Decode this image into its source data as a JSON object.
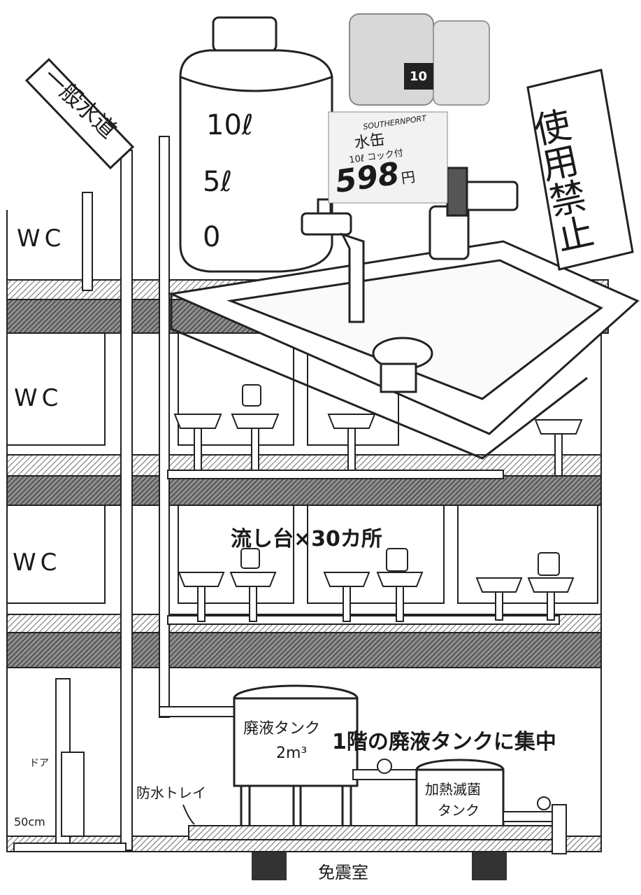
{
  "colors": {
    "ink": "#1a1a1a",
    "paper": "#ffffff",
    "floor_hatch": "#5a5a5a",
    "price_bg": "#f2f2f2",
    "bottle_label": "#222222"
  },
  "icons": [
    "water-tank-icon",
    "faucet-icon",
    "sink-icon",
    "pipe-icon",
    "tank-icon",
    "valve-icon",
    "water-can-icon"
  ],
  "labels": {
    "water_supply": "一般水道",
    "prohibited": "使用禁止",
    "wc": [
      "WC",
      "WC",
      "WC"
    ],
    "sinks_count": "流し台×30カ所",
    "waste_tank_line1": "廃液タンク",
    "waste_tank_line2": "2m³",
    "collect": "1階の廃液タンクに集中",
    "heat_tank_line1": "加熱滅菌",
    "heat_tank_line2": "タンク",
    "tray": "防水トレイ",
    "door": "ドア",
    "height": "50cm",
    "basement": "免震室"
  },
  "tank_scale": {
    "top": "10ℓ",
    "mid": "5ℓ",
    "bottom": "0"
  },
  "product": {
    "brand": "SOUTHERNPORT",
    "name": "水缶",
    "spec": "10ℓ コック付",
    "price": "598",
    "currency": "円",
    "bottle_number": "10"
  }
}
